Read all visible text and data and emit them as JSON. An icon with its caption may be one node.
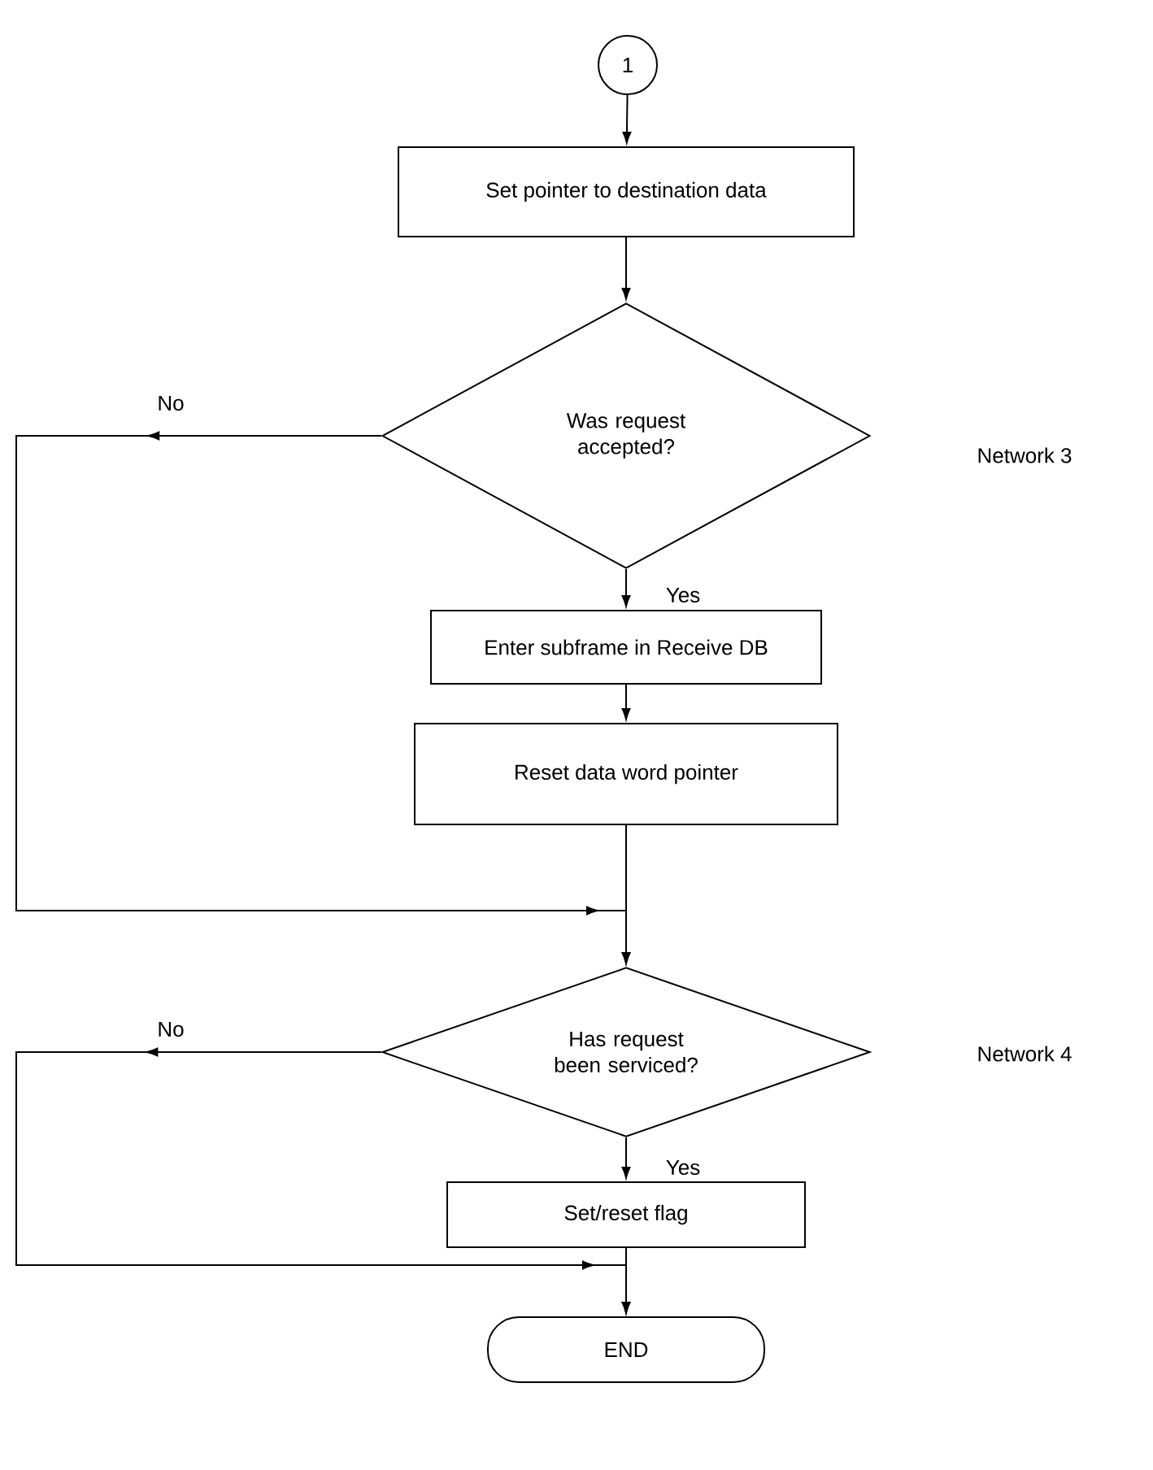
{
  "diagram": {
    "nodes": [
      {
        "text": [
          "1"
        ]
      },
      {
        "text": [
          "Set pointer to destination data"
        ]
      },
      {
        "text": [
          "Was request accepted?"
        ]
      },
      {
        "text": [
          "Enter subframe in Receive DB"
        ]
      },
      {
        "text": [
          "Reset data word pointer"
        ]
      },
      {
        "text": [
          "Has request been serviced?"
        ]
      },
      {
        "text": [
          "Set/reset flag"
        ]
      },
      {
        "text": [
          "END"
        ]
      }
    ],
    "edges": [
      {
        "from": 0,
        "to": 1,
        "arrow": "to"
      },
      {
        "from": 1,
        "to": 2,
        "arrow": "to"
      },
      {
        "from": 2,
        "to": 3,
        "arrow": "to",
        "label": "Yes"
      },
      {
        "from": 3,
        "to": 4,
        "arrow": "to"
      },
      {
        "from": 2,
        "to": 5,
        "arrow": "to",
        "label": "No"
      },
      {
        "from": 4,
        "to": 5,
        "arrow": "to"
      },
      {
        "from": 5,
        "to": 6,
        "arrow": "to",
        "label": "Yes"
      },
      {
        "from": 5,
        "to": 7,
        "arrow": "to",
        "label": "No"
      },
      {
        "from": 6,
        "to": 7,
        "arrow": "to"
      }
    ],
    "labels": [
      "Network 3",
      "Network 4"
    ]
  }
}
